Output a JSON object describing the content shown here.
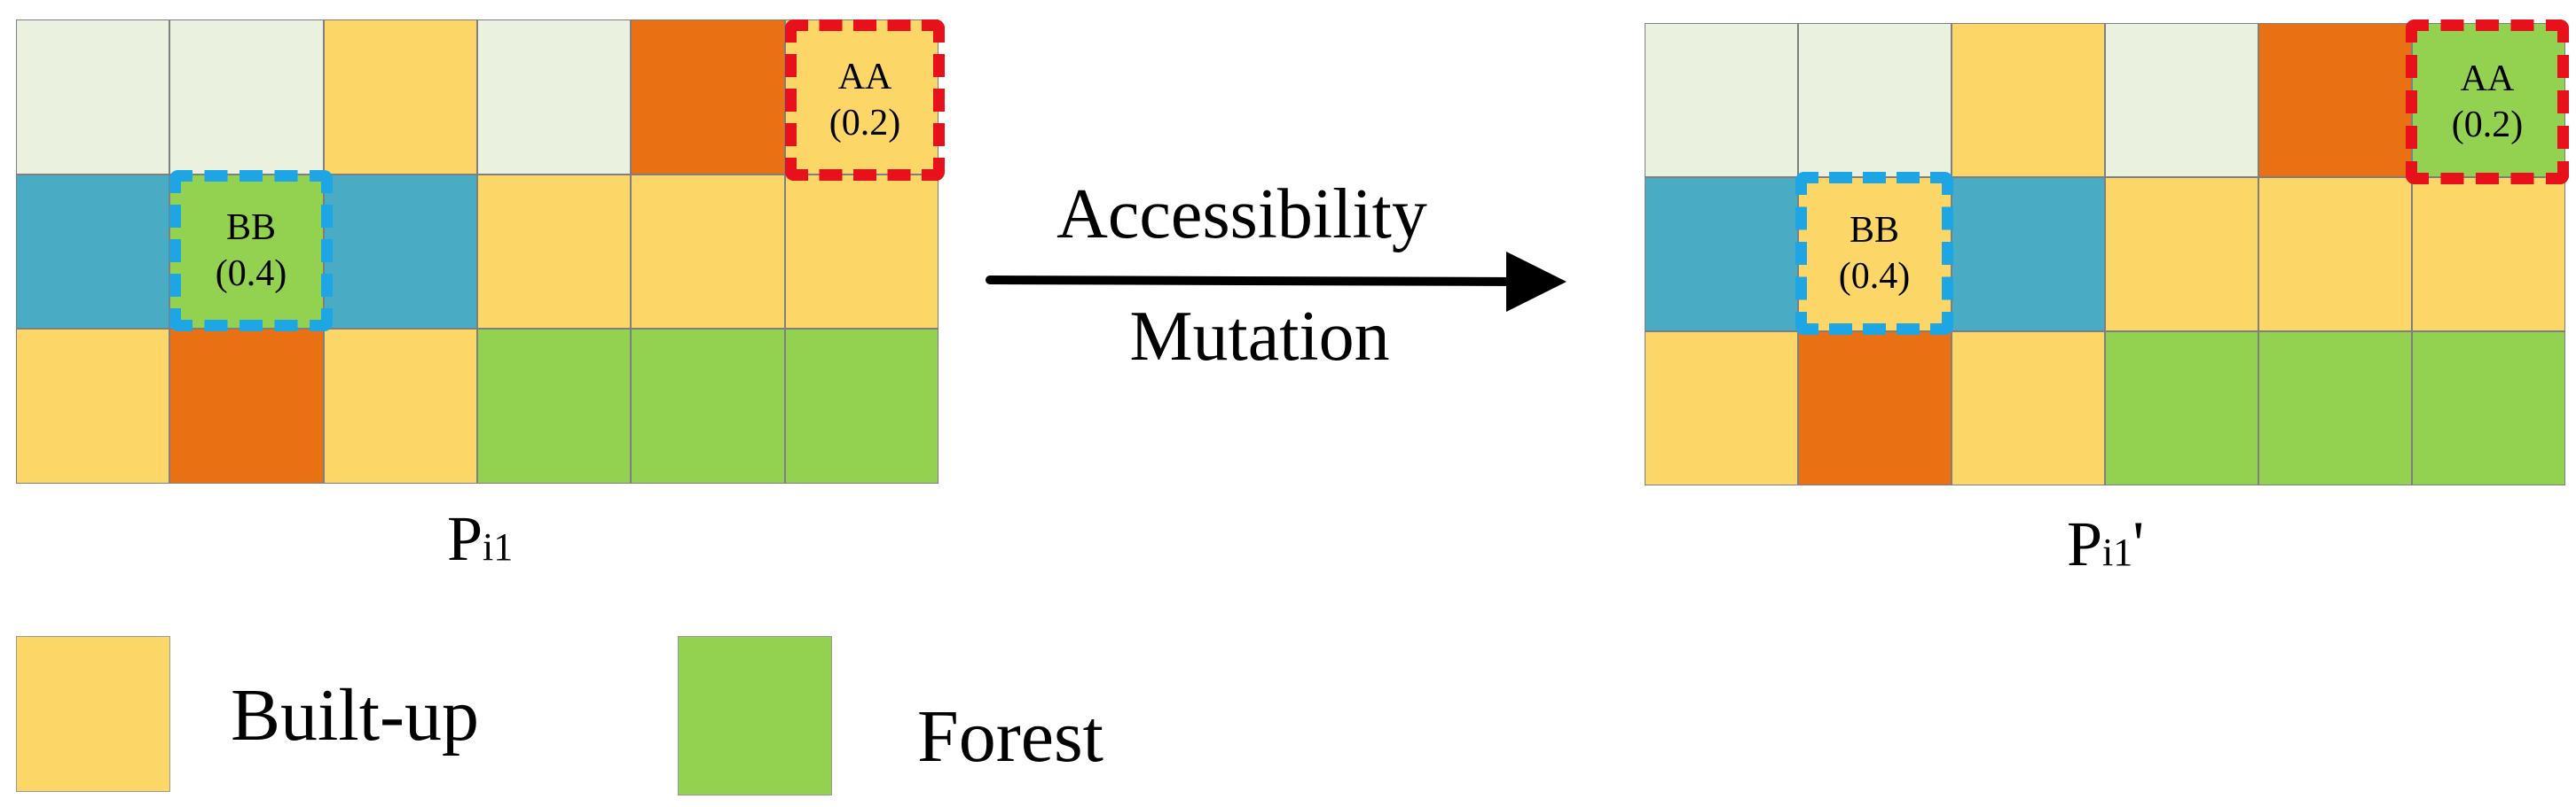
{
  "colors": {
    "built_up": "#fcd666",
    "forest": "#93d150",
    "water": "#4aabc5",
    "orange": "#e97113",
    "pale": "#ebf1df",
    "selection_aa": "#e8101a",
    "selection_bb": "#1ea6e4"
  },
  "left": {
    "label_main": "P",
    "label_sub": "i1",
    "label_suffix": "",
    "cells": [
      [
        "pale",
        "pale",
        "built_up",
        "pale",
        "orange",
        "built_up"
      ],
      [
        "water",
        "forest",
        "water",
        "built_up",
        "built_up",
        "built_up"
      ],
      [
        "built_up",
        "orange",
        "built_up",
        "forest",
        "forest",
        "forest"
      ]
    ],
    "aa": {
      "name": "AA",
      "value": "(0.2)"
    },
    "bb": {
      "name": "BB",
      "value": "(0.4)"
    }
  },
  "right": {
    "label_main": "P",
    "label_sub": "i1",
    "label_suffix": "'",
    "cells": [
      [
        "pale",
        "pale",
        "built_up",
        "pale",
        "orange",
        "forest"
      ],
      [
        "water",
        "built_up",
        "water",
        "built_up",
        "built_up",
        "built_up"
      ],
      [
        "built_up",
        "orange",
        "built_up",
        "forest",
        "forest",
        "forest"
      ]
    ],
    "aa": {
      "name": "AA",
      "value": "(0.2)"
    },
    "bb": {
      "name": "BB",
      "value": "(0.4)"
    }
  },
  "arrow": {
    "line1": "Accessibility",
    "line2": "Mutation"
  },
  "legend": [
    {
      "label": "Built-up",
      "color_key": "built_up"
    },
    {
      "label": "Forest",
      "color_key": "forest"
    }
  ]
}
